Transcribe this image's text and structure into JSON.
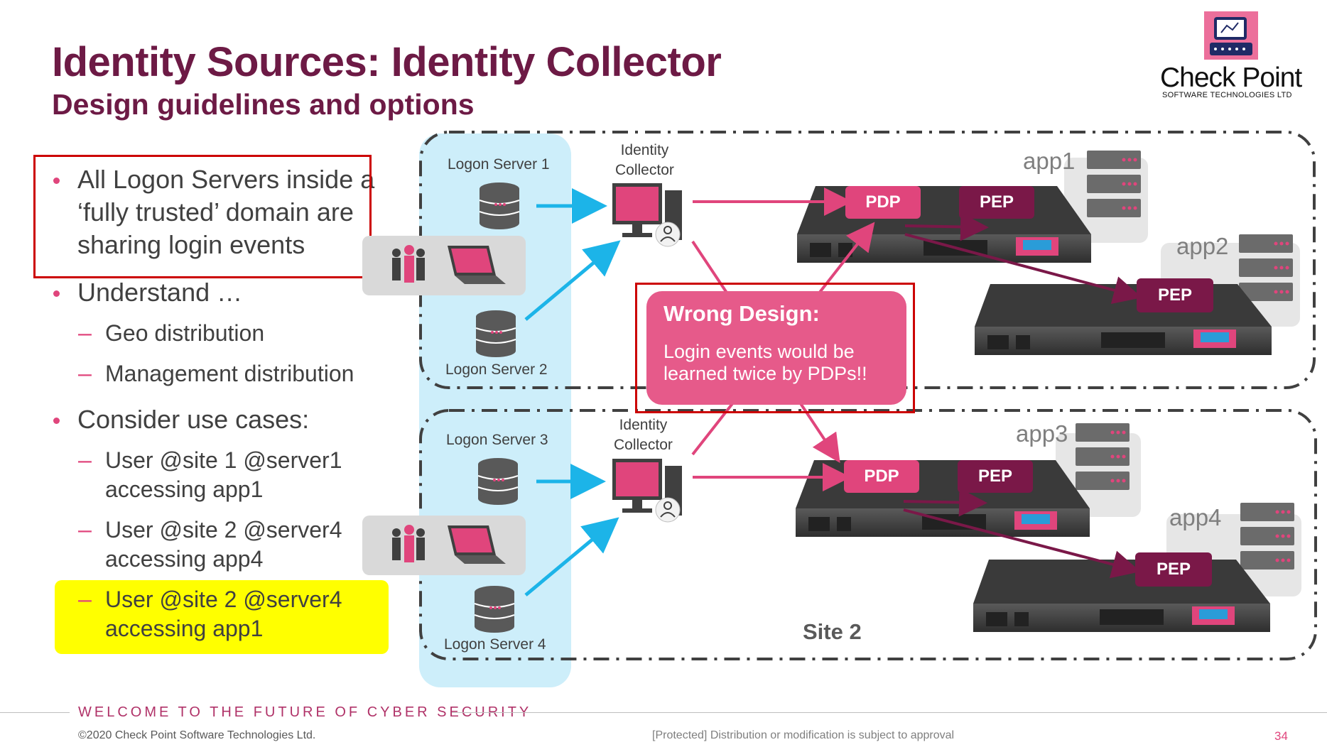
{
  "title": "Identity Sources: Identity Collector",
  "subtitle": "Design guidelines and options",
  "logo": {
    "name": "Check Point",
    "tagline": "SOFTWARE TECHNOLOGIES LTD"
  },
  "bullets": [
    {
      "text": "All Logon Servers inside a ‘fully trusted’ domain are sharing login events",
      "lines": [
        "All Logon Servers inside a",
        "‘fully trusted’ domain are",
        "sharing login events"
      ]
    },
    {
      "text": "Understand …",
      "subs": [
        "Geo distribution",
        "Management distribution"
      ]
    },
    {
      "text": "Consider use cases:",
      "subs": [
        {
          "lines": [
            "User @site 1 @server1",
            "accessing app1"
          ]
        },
        {
          "lines": [
            "User @site 2 @server4",
            "accessing app4"
          ]
        },
        {
          "lines": [
            "User @site 2 @server4",
            "accessing app1"
          ]
        }
      ]
    }
  ],
  "diagram": {
    "logon_servers": [
      "Logon Server 1",
      "Logon Server 2",
      "Logon Server 3",
      "Logon Server 4"
    ],
    "collector_label": [
      "Identity",
      "Collector"
    ],
    "pdp": "PDP",
    "pep": "PEP",
    "apps": [
      "app1",
      "app2",
      "app3",
      "app4"
    ],
    "site2": "Site 2",
    "wrong_design": {
      "title": "Wrong Design:",
      "text": "Login events would be learned twice by PDPs!!"
    }
  },
  "footer": {
    "tagline": "WELCOME TO THE FUTURE OF CYBER SECURITY",
    "copyright": "©2020 Check Point Software Technologies Ltd.",
    "protected": "[Protected] Distribution or modification is subject to approval",
    "page": "34"
  },
  "colors": {
    "title": "#6d1a45",
    "pdp": "#e0457c",
    "pep": "#7a1848",
    "arrow_blue": "#1cb4e8",
    "highlight_yellow": "#ffff00",
    "callout_red": "#cc0000"
  }
}
